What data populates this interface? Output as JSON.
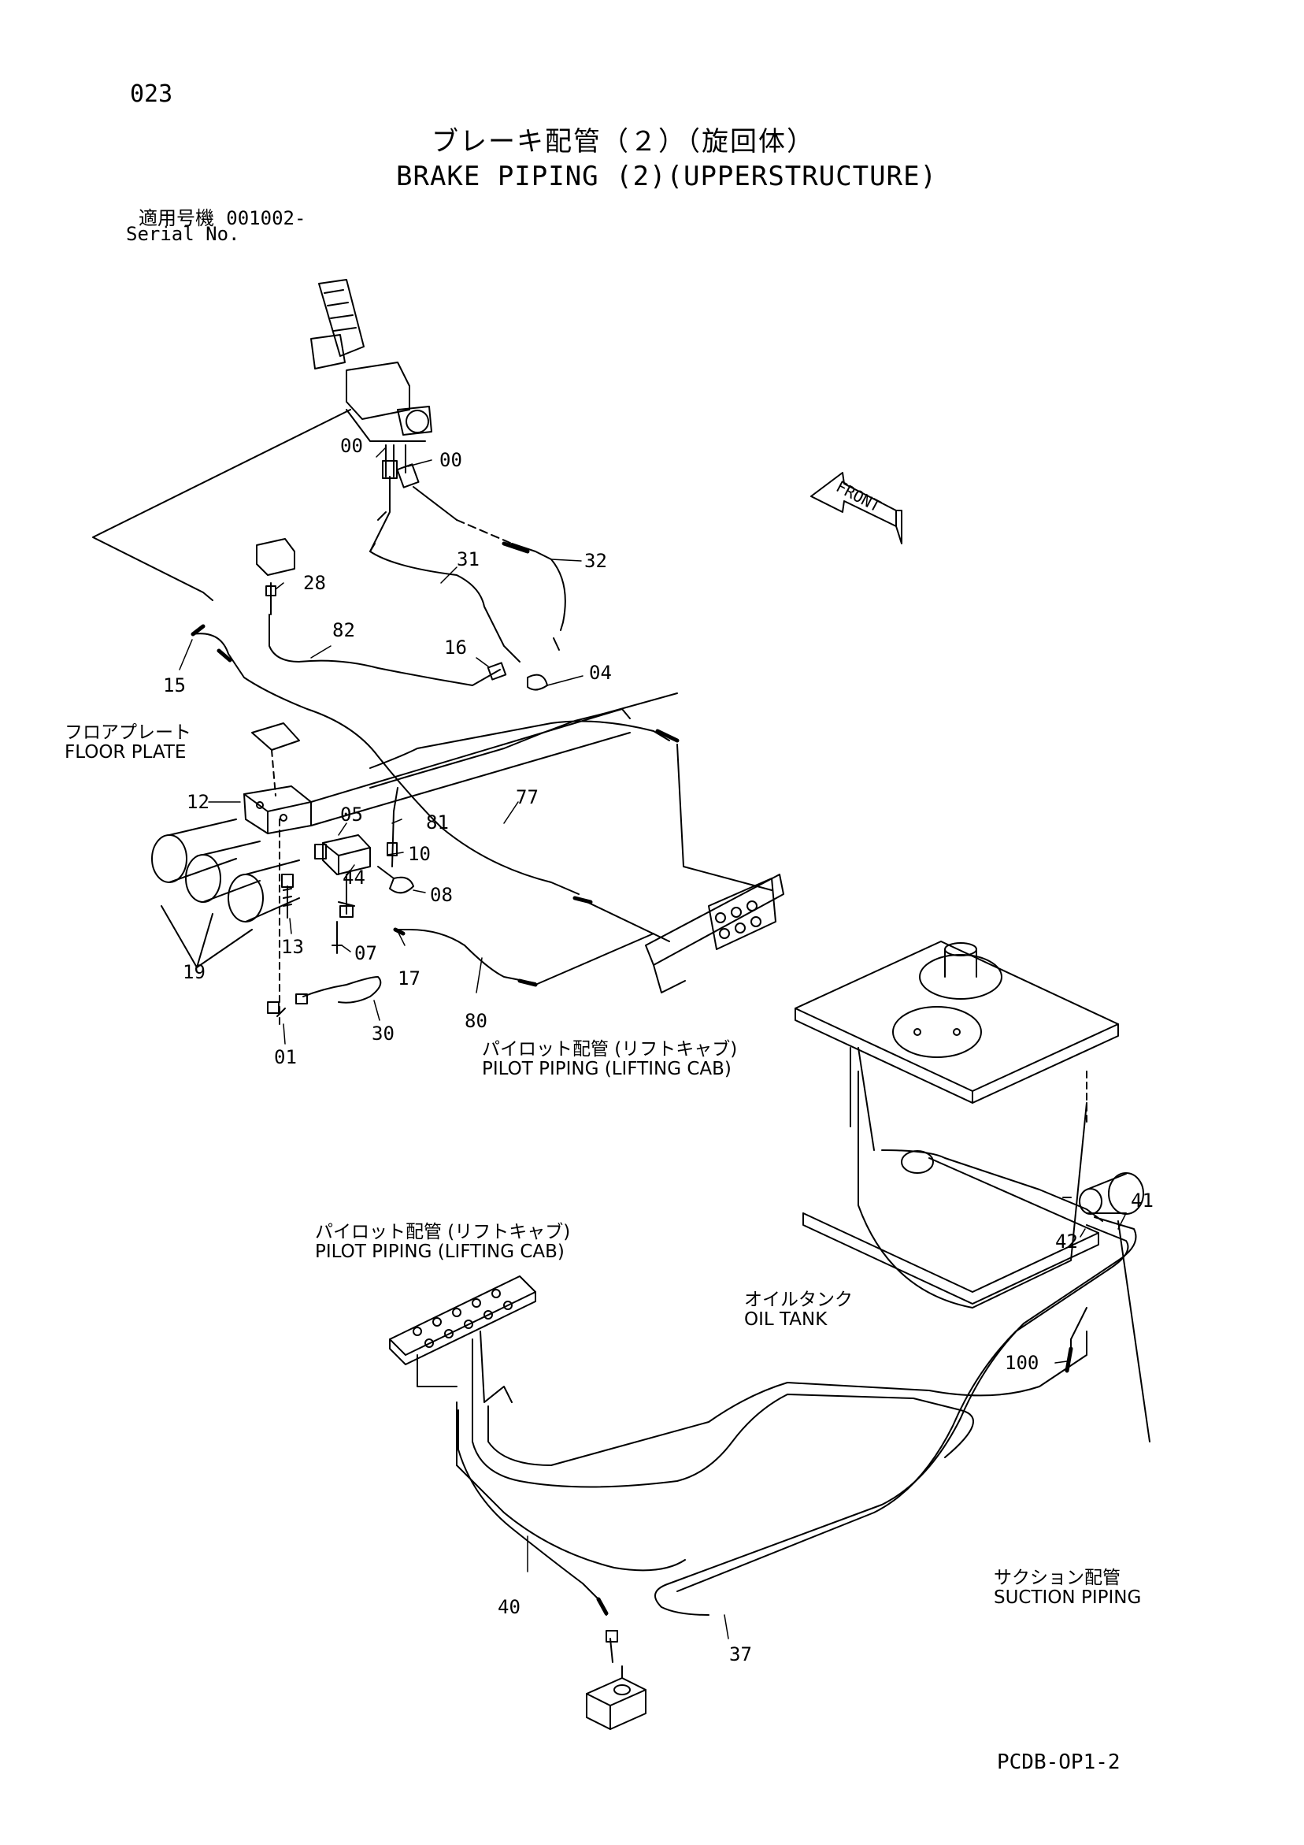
{
  "page_number": "023",
  "title": {
    "japanese": "ブレーキ配管（２）（旋回体）",
    "english": "BRAKE PIPING (2)(UPPERSTRUCTURE)"
  },
  "serial": {
    "label_jp": "適用号機",
    "value": "001002-",
    "label_en": "Serial No."
  },
  "captions": {
    "floor_plate_jp": "フロアプレート",
    "floor_plate_en": "FLOOR PLATE",
    "pilot_piping_jp": "パイロット配管 (リフトキャブ)",
    "pilot_piping_en": "PILOT PIPING (LIFTING CAB)",
    "oil_tank_jp": "オイルタンク",
    "oil_tank_en": "OIL TANK",
    "suction_jp": "サクション配管",
    "suction_en": "SUCTION PIPING",
    "front": "FRONT"
  },
  "part_callouts": [
    "00",
    "00",
    "31",
    "32",
    "28",
    "82",
    "16",
    "04",
    "15",
    "12",
    "05",
    "81",
    "77",
    "10",
    "08",
    "44",
    "13",
    "07",
    "17",
    "80",
    "19",
    "30",
    "01",
    "41",
    "42",
    "100",
    "40",
    "37"
  ],
  "document_code": "PCDB-OP1-2"
}
